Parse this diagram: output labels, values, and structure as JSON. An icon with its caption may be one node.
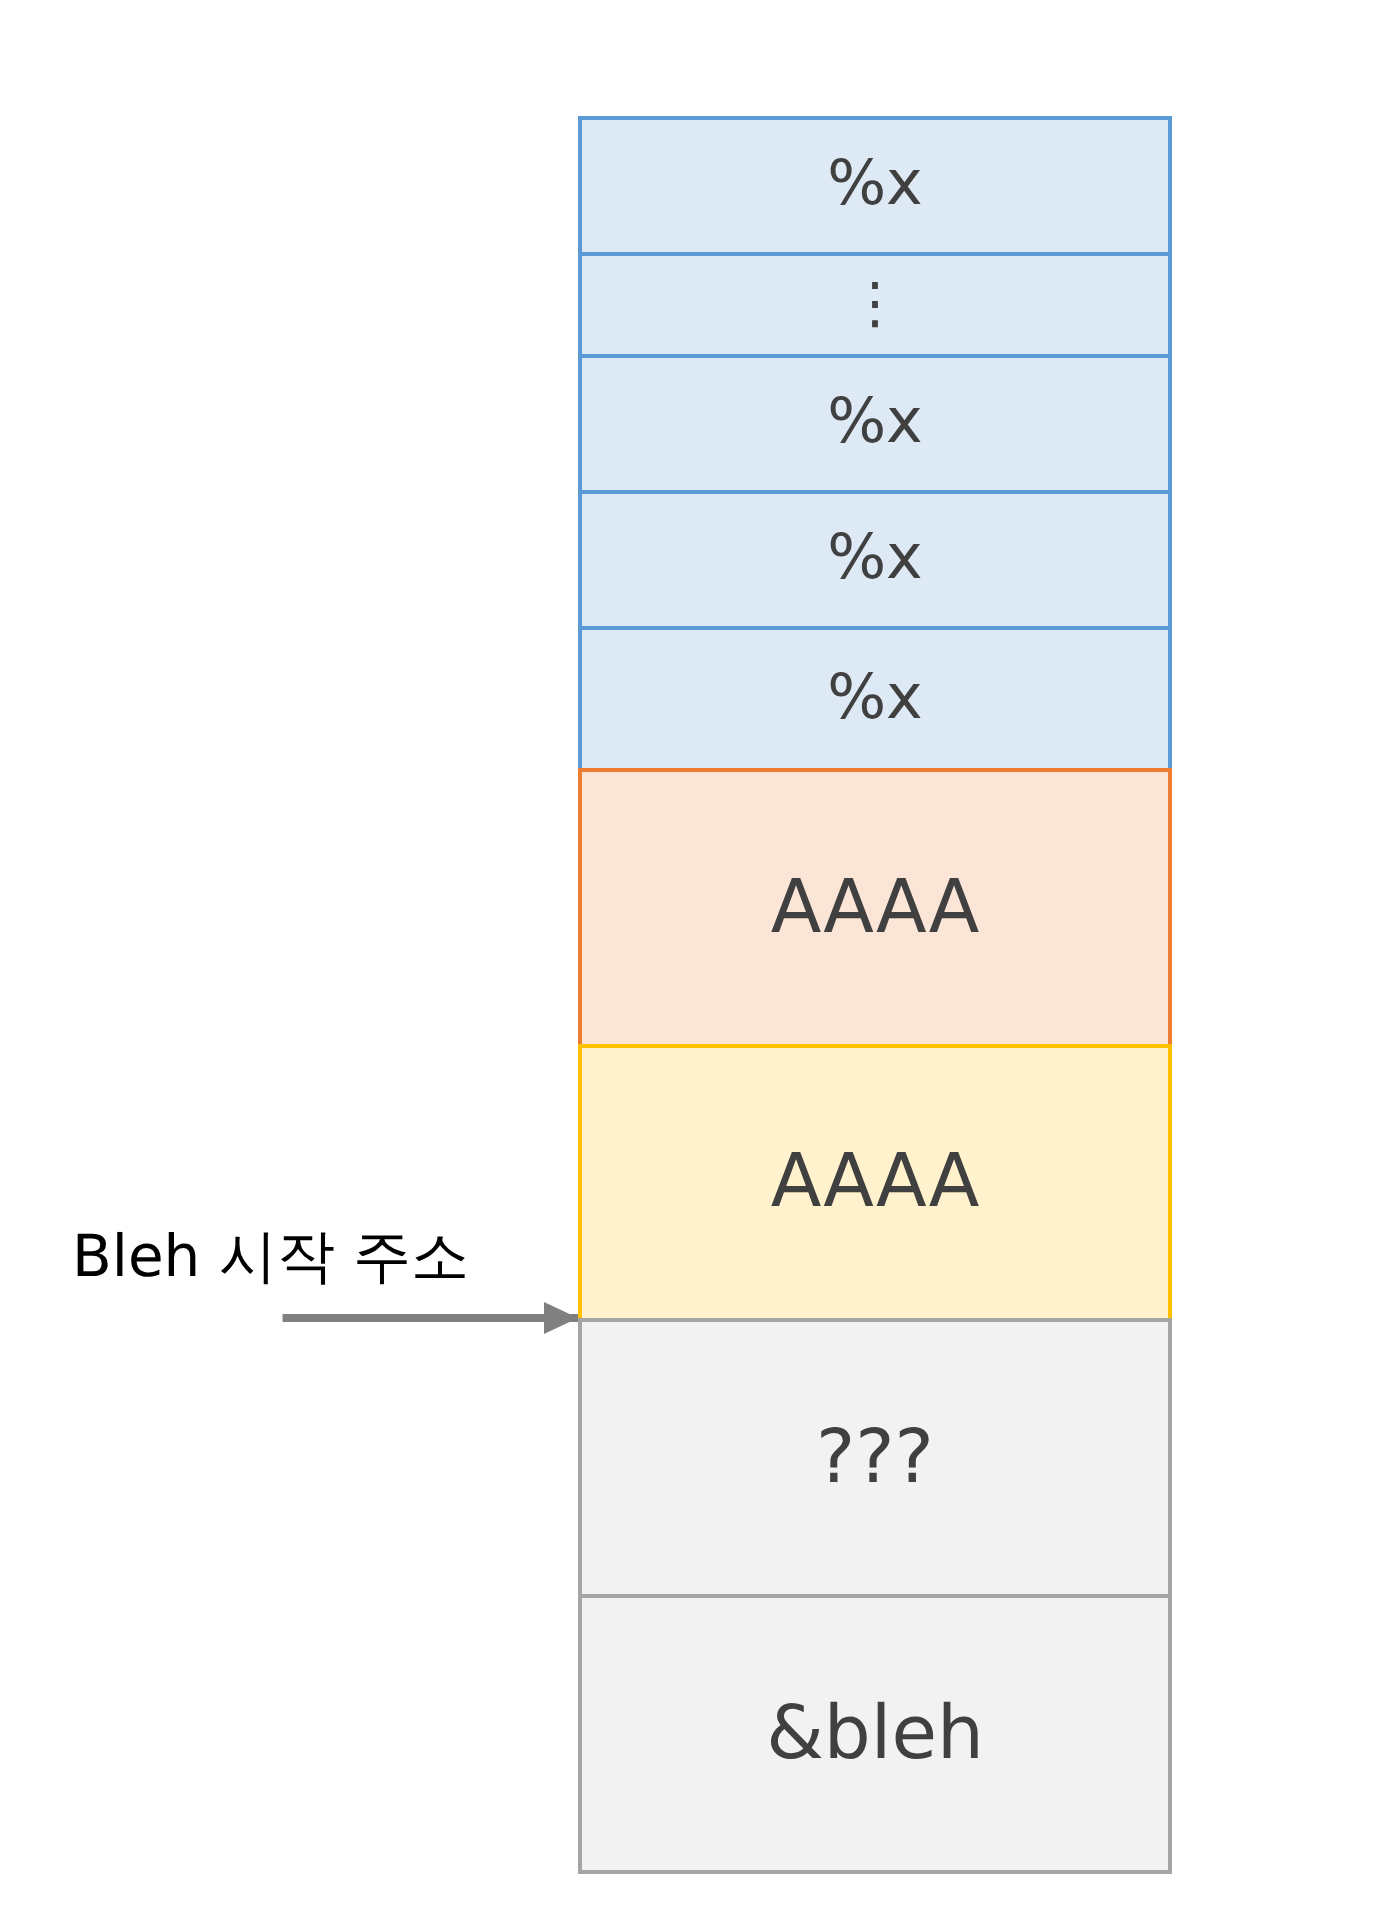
{
  "diagram": {
    "nodes": [
      {
        "text": [
          "%x"
        ]
      },
      {
        "text": [
          "⋮"
        ]
      },
      {
        "text": [
          "%x"
        ]
      },
      {
        "text": [
          "%x"
        ]
      },
      {
        "text": [
          "%x"
        ]
      },
      {
        "text": [
          "AAAA"
        ]
      },
      {
        "text": [
          "AAAA"
        ]
      },
      {
        "text": [
          "Bleh 시작 주소"
        ]
      },
      {
        "text": [
          "???"
        ]
      },
      {
        "text": [
          "&bleh"
        ]
      }
    ],
    "edges": [
      {
        "from": 7,
        "to": 8,
        "arrow": "to"
      }
    ]
  }
}
